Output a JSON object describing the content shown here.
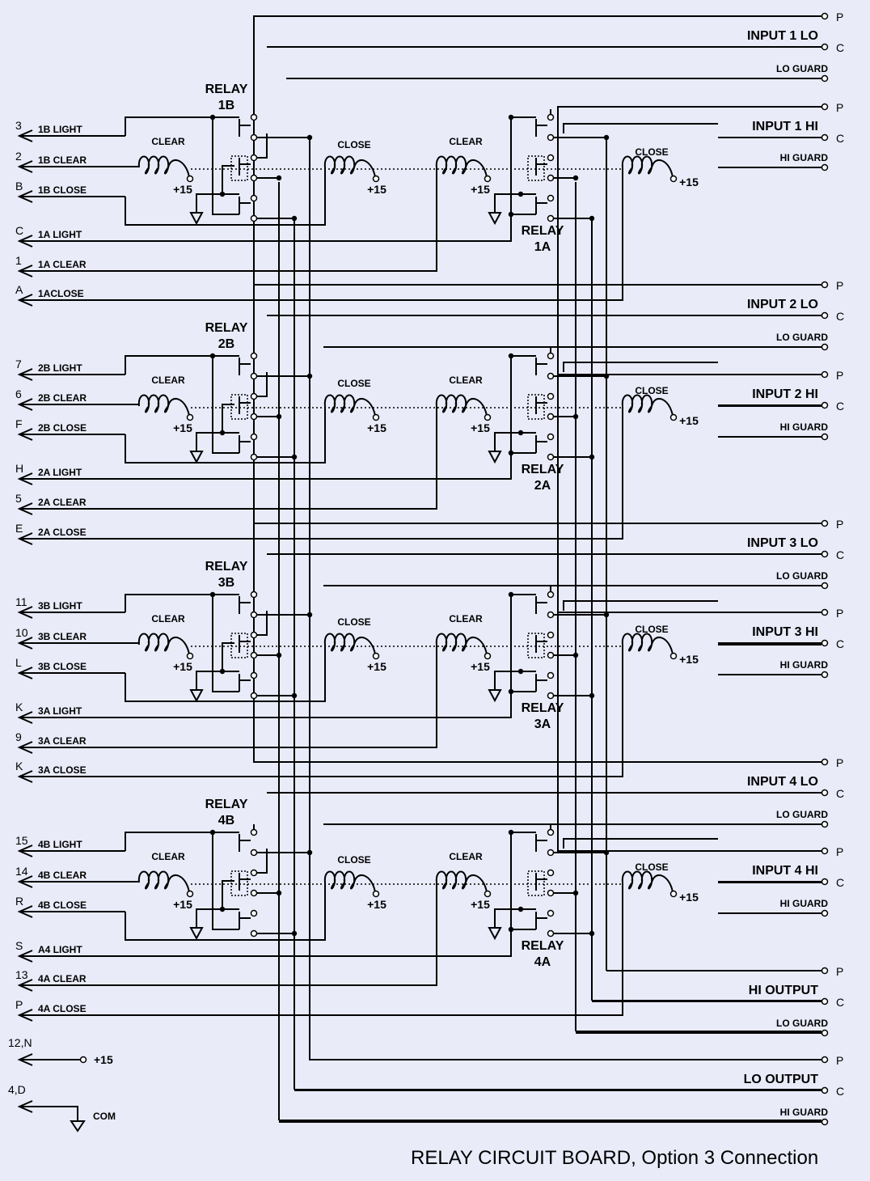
{
  "caption": "RELAY CIRCUIT  BOARD, Option 3 Connection",
  "left_connectors": [
    {
      "pin": "3",
      "signal": "1B LIGHT"
    },
    {
      "pin": "2",
      "signal": "1B CLEAR"
    },
    {
      "pin": "B",
      "signal": "1B CLOSE"
    },
    {
      "pin": "C",
      "signal": "1A LIGHT"
    },
    {
      "pin": "1",
      "signal": "1A CLEAR"
    },
    {
      "pin": "A",
      "signal": "1ACLOSE"
    },
    {
      "pin": "7",
      "signal": "2B LIGHT"
    },
    {
      "pin": "6",
      "signal": "2B CLEAR"
    },
    {
      "pin": "F",
      "signal": "2B CLOSE"
    },
    {
      "pin": "H",
      "signal": "2A LIGHT"
    },
    {
      "pin": "5",
      "signal": "2A CLEAR"
    },
    {
      "pin": "E",
      "signal": "2A CLOSE"
    },
    {
      "pin": "11",
      "signal": "3B LIGHT"
    },
    {
      "pin": "10",
      "signal": "3B CLEAR"
    },
    {
      "pin": "L",
      "signal": "3B CLOSE"
    },
    {
      "pin": "K",
      "signal": "3A LIGHT"
    },
    {
      "pin": "9",
      "signal": "3A CLEAR"
    },
    {
      "pin": "K",
      "signal": "3A CLOSE"
    },
    {
      "pin": "15",
      "signal": "4B LIGHT"
    },
    {
      "pin": "14",
      "signal": "4B CLEAR"
    },
    {
      "pin": "R",
      "signal": "4B CLOSE"
    },
    {
      "pin": "S",
      "signal": "A4 LIGHT"
    },
    {
      "pin": "13",
      "signal": "4A CLEAR"
    },
    {
      "pin": "P",
      "signal": "4A CLOSE"
    }
  ],
  "power": [
    {
      "pin": "12,N",
      "signal": "+15"
    },
    {
      "pin": "4,D",
      "signal": "COM"
    }
  ],
  "right_groups": [
    {
      "title": "INPUT 1 LO",
      "pins": [
        "P",
        "C"
      ],
      "guard": "LO  GUARD"
    },
    {
      "title": "INPUT 1 HI",
      "pins": [
        "P",
        "C"
      ],
      "guard": "HI  GUARD"
    },
    {
      "title": "INPUT 2 LO",
      "pins": [
        "P",
        "C"
      ],
      "guard": "LO  GUARD"
    },
    {
      "title": "INPUT 2 HI",
      "pins": [
        "P",
        "C"
      ],
      "guard": "HI  GUARD"
    },
    {
      "title": "INPUT 3 LO",
      "pins": [
        "P",
        "C"
      ],
      "guard": "LO  GUARD"
    },
    {
      "title": "INPUT 3 HI",
      "pins": [
        "P",
        "C"
      ],
      "guard": "HI  GUARD"
    },
    {
      "title": "INPUT 4 LO",
      "pins": [
        "P",
        "C"
      ],
      "guard": "LO  GUARD"
    },
    {
      "title": "INPUT 4 HI",
      "pins": [
        "P",
        "C"
      ],
      "guard": "HI  GUARD"
    },
    {
      "title": "HI  OUTPUT",
      "pins": [
        "P",
        "C"
      ],
      "guard": "LO  GUARD"
    },
    {
      "title": "LO  OUTPUT",
      "pins": [
        "P",
        "C"
      ],
      "guard": "HI  GUARD"
    }
  ],
  "relays_b": [
    {
      "line1": "RELAY",
      "line2": "1B"
    },
    {
      "line1": "RELAY",
      "line2": "2B"
    },
    {
      "line1": "RELAY",
      "line2": "3B"
    },
    {
      "line1": "RELAY",
      "line2": "4B"
    }
  ],
  "relays_a": [
    {
      "line1": "RELAY",
      "line2": "1A"
    },
    {
      "line1": "RELAY",
      "line2": "2A"
    },
    {
      "line1": "RELAY",
      "line2": "3A"
    },
    {
      "line1": "RELAY",
      "line2": "4A"
    }
  ],
  "coil_labels": {
    "clear": "CLEAR",
    "close": "CLOSE",
    "supply": "+15"
  }
}
